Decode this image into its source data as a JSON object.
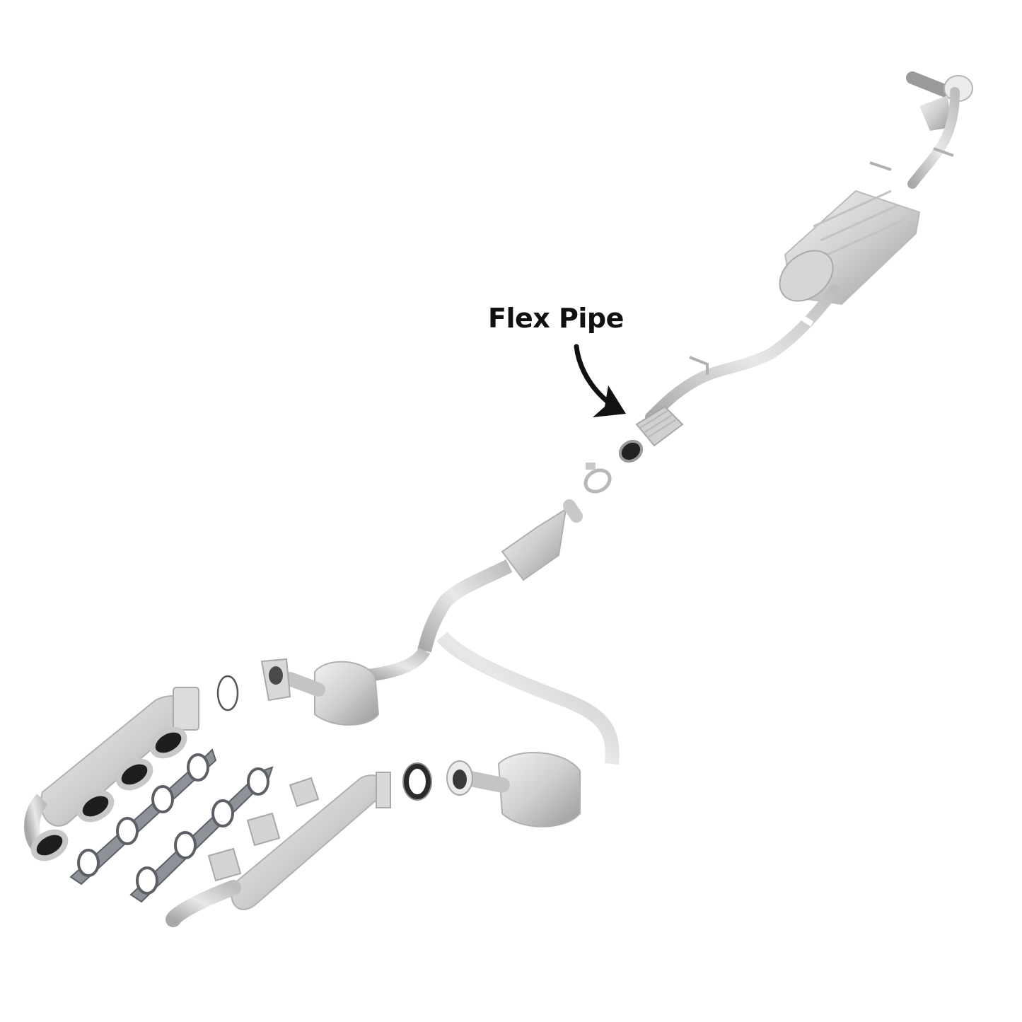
{
  "diagram": {
    "subject": "Exploded exhaust system assembly",
    "callout": {
      "label": "Flex Pipe",
      "arrow": "curved-arrow-pointing-down-right"
    },
    "parts": [
      "tailpipe",
      "muffler",
      "intermediate-pipe",
      "flex-pipe",
      "clamp",
      "catalytic-converter-rear",
      "y-pipe",
      "catalytic-converter-left",
      "catalytic-converter-right",
      "exhaust-manifold-left",
      "exhaust-manifold-right",
      "manifold-gasket-left",
      "manifold-gasket-right",
      "flange-gasket-ring",
      "donut-gasket"
    ],
    "colors": {
      "background": "#ffffff",
      "metal_light": "#e6e6e6",
      "metal_mid": "#c4c4c4",
      "metal_dark": "#8e8e8e",
      "gasket": "#6d7278",
      "text": "#111111"
    }
  }
}
